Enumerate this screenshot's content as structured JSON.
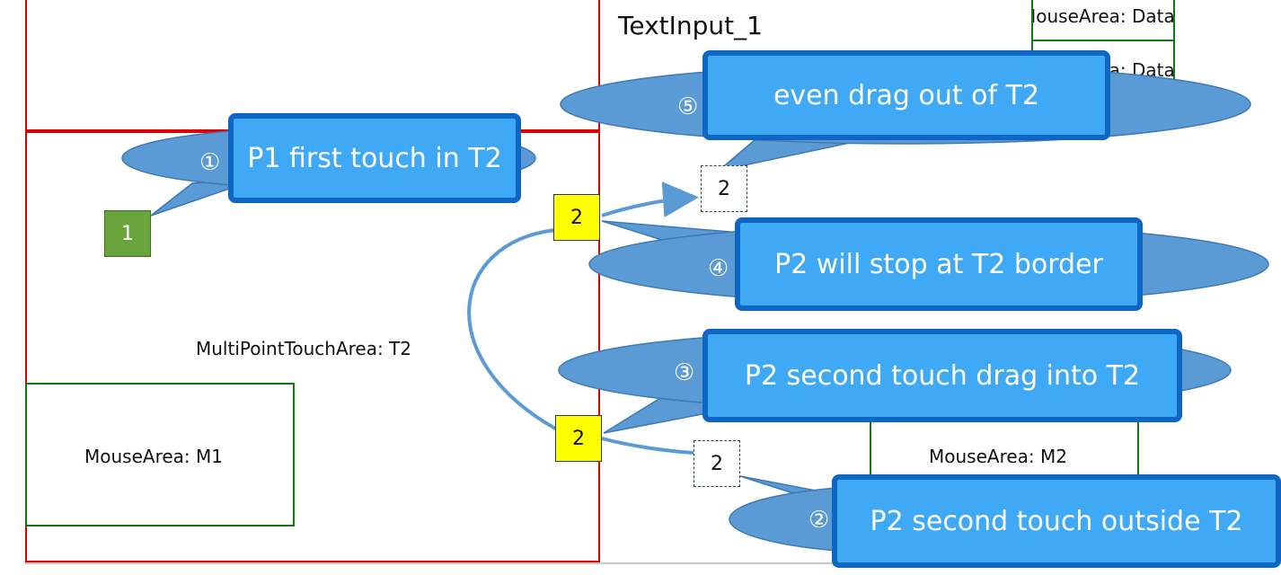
{
  "labels": {
    "text_input": "TextInput_1",
    "mouse_area_data_top": "MouseArea: Data",
    "mouse_area_data_2": "MouseArea: Data",
    "multipoint": "MultiPointTouchArea: T2",
    "mouse_area_m1": "MouseArea: M1",
    "mouse_area_m2": "MouseArea: M2"
  },
  "touch_points": {
    "p1": "1",
    "p2_a": "2",
    "p2_b": "2",
    "p2_c": "2",
    "p2_d": "2"
  },
  "steps": {
    "s1": {
      "num": "①",
      "text": "P1 first touch in T2"
    },
    "s2": {
      "num": "②",
      "text": "P2 second touch outside T2"
    },
    "s3": {
      "num": "③",
      "text": "P2 second touch drag into T2"
    },
    "s4": {
      "num": "④",
      "text": "P2 will stop at T2 border"
    },
    "s5": {
      "num": "⑤",
      "text": "even drag out of T2"
    }
  },
  "colors": {
    "bubble": "#5b9bd5",
    "callout_fill": "#3fa9f5",
    "callout_border": "#0d66c2",
    "t2_border": "#e00000",
    "mousearea_border": "#127a12",
    "touch_yellow": "#ffff00",
    "touch_green": "#6aa43c"
  }
}
